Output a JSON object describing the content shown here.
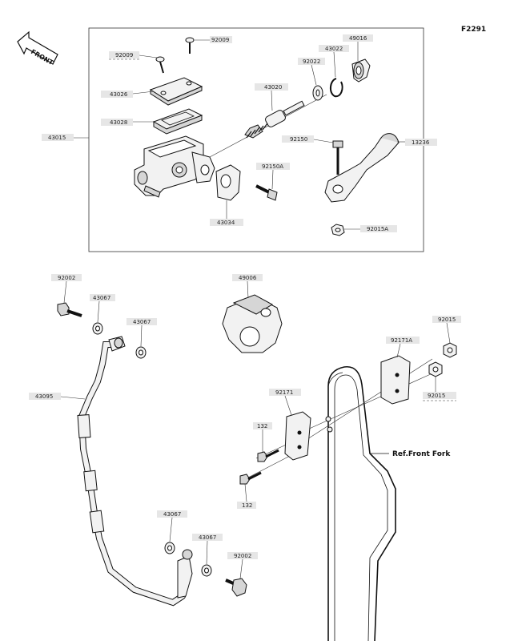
{
  "figure_code": "F2291",
  "front_arrow_label": "FRONT",
  "reference_note": "Ref.Front Fork",
  "parts": {
    "p92009_a": "92009",
    "p92009_b": "92009",
    "p43026": "43026",
    "p43028": "43028",
    "p43015": "43015",
    "p43020": "43020",
    "p92022": "92022",
    "p43022": "43022",
    "p49016": "49016",
    "p92150": "92150",
    "p13236": "13236",
    "p92150A": "92150A",
    "p43034": "43034",
    "p92015A": "92015A",
    "p92002_top": "92002",
    "p43067_a": "43067",
    "p43067_b": "43067",
    "p43095": "43095",
    "p49006": "49006",
    "p92015_a": "92015",
    "p92015_b": "92015",
    "p92171A": "92171A",
    "p92171": "92171",
    "p132_a": "132",
    "p132_b": "132",
    "p43067_c": "43067",
    "p43067_d": "43067",
    "p92002_bottom": "92002"
  }
}
